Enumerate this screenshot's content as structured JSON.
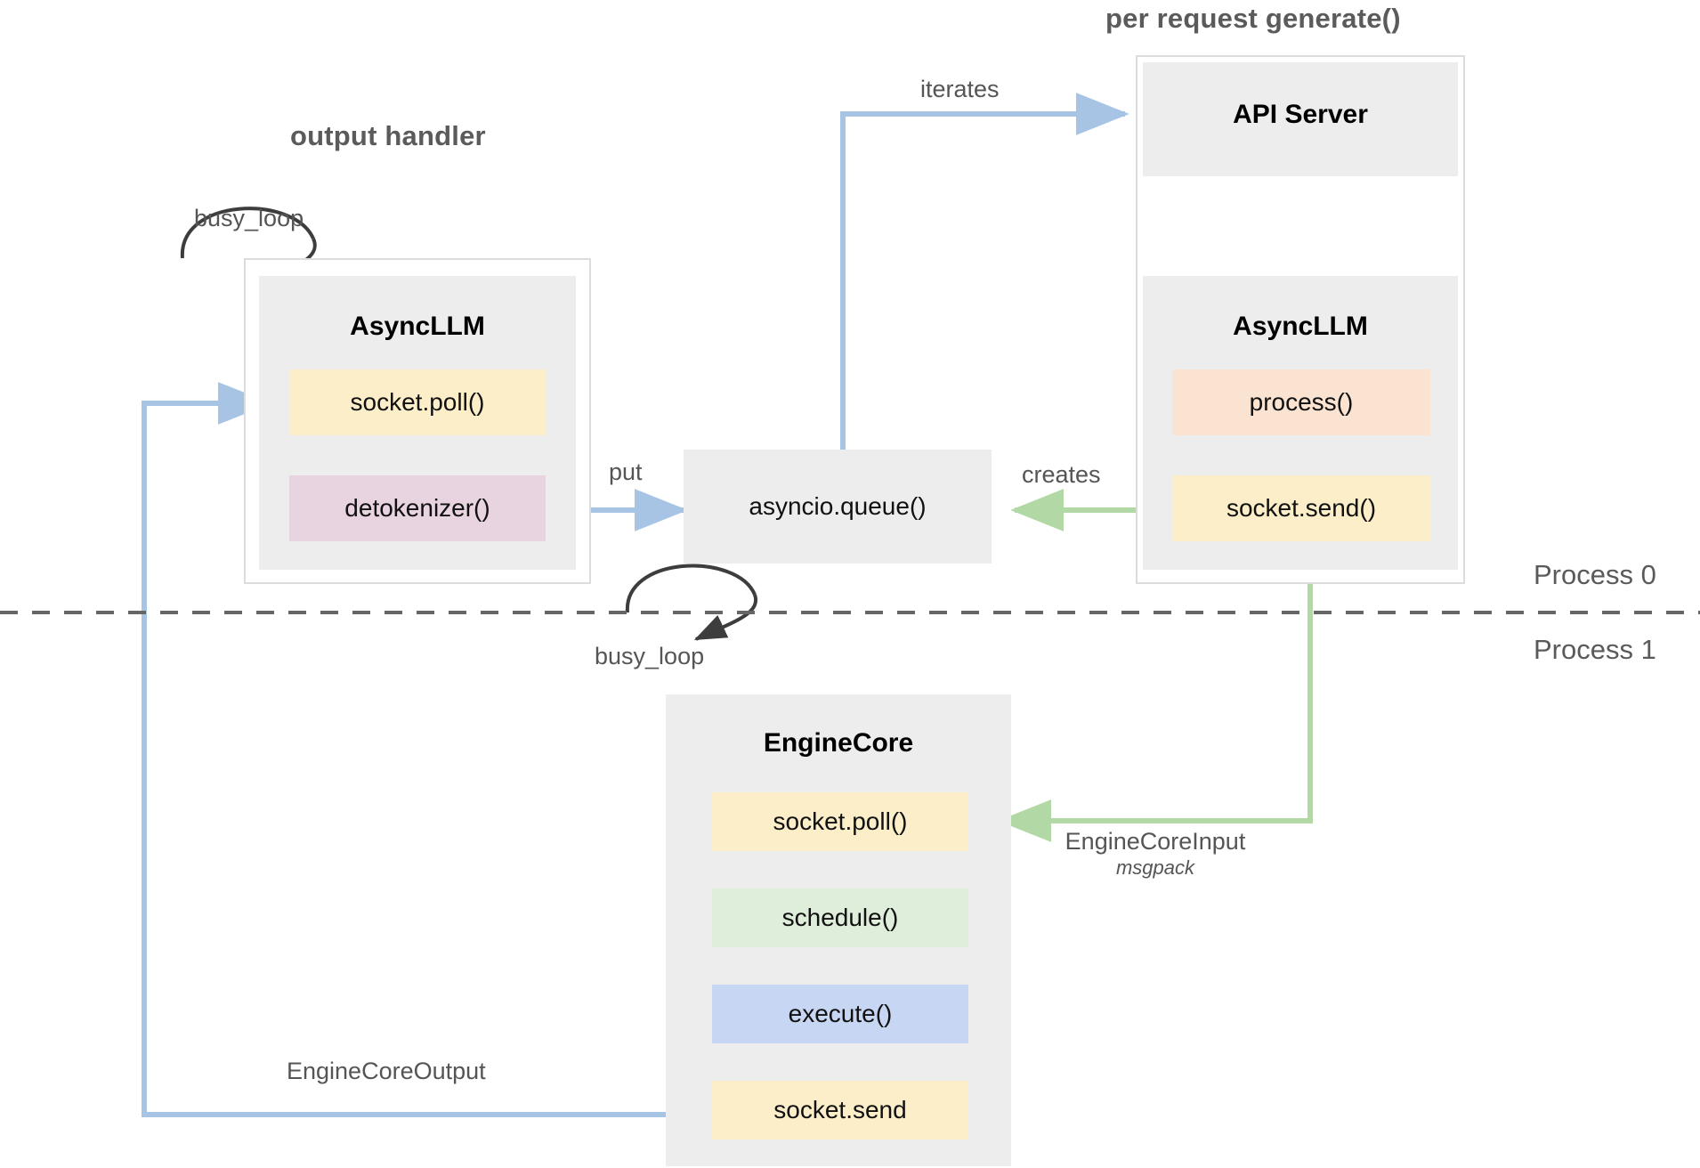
{
  "diagram": {
    "title_left": "output handler",
    "title_right": "per request generate()",
    "process_top": "Process 0",
    "process_bottom": "Process 1"
  },
  "groups": {
    "output_handler": {
      "label": "output handler",
      "component": {
        "title": "AsyncLLM",
        "slots": [
          {
            "label": "socket.poll()",
            "color": "#fbeec9"
          },
          {
            "label": "detokenizer()",
            "color": "#e8d3e0"
          }
        ]
      },
      "self_loop_label": "busy_loop"
    },
    "per_request": {
      "label": "per request generate()",
      "api_server": {
        "title": "API Server"
      },
      "component": {
        "title": "AsyncLLM",
        "slots": [
          {
            "label": "process()",
            "color": "#fae3d1"
          },
          {
            "label": "socket.send()",
            "color": "#fbeec9"
          }
        ]
      }
    },
    "engine_core": {
      "component": {
        "title": "EngineCore",
        "slots": [
          {
            "label": "socket.poll()",
            "color": "#fbeec9"
          },
          {
            "label": "schedule()",
            "color": "#dfeddb"
          },
          {
            "label": "execute()",
            "color": "#c7d6f2"
          },
          {
            "label": "socket.send",
            "color": "#fbeec9"
          }
        ]
      },
      "self_loop_label": "busy_loop"
    }
  },
  "queue": {
    "label": "asyncio.queue()"
  },
  "edges": {
    "iterates": "iterates",
    "put": "put",
    "creates": "creates",
    "engine_core_input": "EngineCoreInput",
    "engine_core_input_sub": "msgpack",
    "engine_core_output": "EngineCoreOutput"
  },
  "colors": {
    "blue_arrow": "#a8c4e5",
    "green_arrow": "#b2d9a5",
    "black_arrow": "#3d3d3d",
    "box_gray": "#ededed",
    "border_gray": "#dcdcdc",
    "text_gray": "#555555",
    "divider": "#666666"
  }
}
